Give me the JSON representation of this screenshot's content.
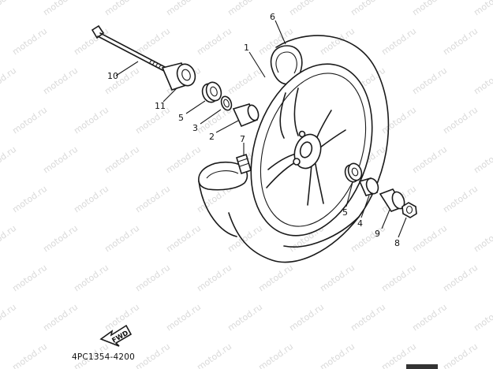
{
  "diagram": {
    "callouts": [
      {
        "id": "1",
        "text": "1"
      },
      {
        "id": "2",
        "text": "2"
      },
      {
        "id": "3",
        "text": "3"
      },
      {
        "id": "4",
        "text": "4"
      },
      {
        "id": "5a",
        "text": "5"
      },
      {
        "id": "5b",
        "text": "5"
      },
      {
        "id": "6",
        "text": "6"
      },
      {
        "id": "7",
        "text": "7"
      },
      {
        "id": "8",
        "text": "8"
      },
      {
        "id": "9",
        "text": "9"
      },
      {
        "id": "10",
        "text": "10"
      },
      {
        "id": "11",
        "text": "11"
      }
    ],
    "part_code": "4PC1354-4200",
    "direction_badge": "FWD",
    "watermark": "motod.ru"
  }
}
